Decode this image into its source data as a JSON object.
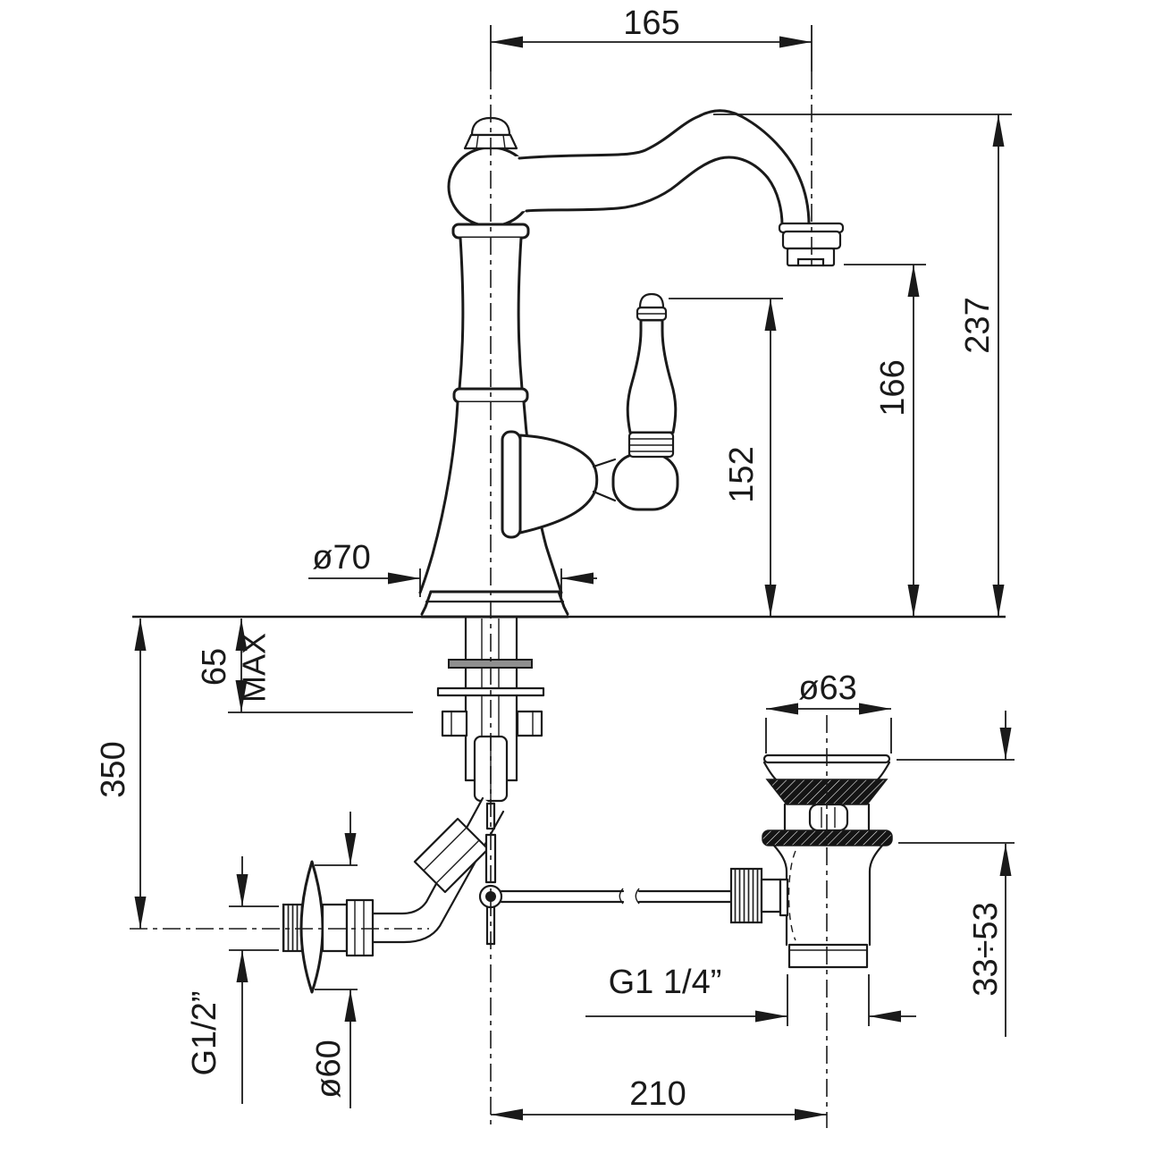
{
  "drawing": {
    "background": "#ffffff",
    "line_color": "#1a1a1a",
    "dimensions": {
      "spout_reach": "165",
      "total_height": "237",
      "spout_outlet_height": "166",
      "handle_height": "152",
      "base_diameter": "ø70",
      "max_deck_thickness": "65",
      "max_deck_suffix": "MAX",
      "below_deck_height": "350",
      "supply_thread": "G1/2”",
      "wall_flange_diameter": "ø60",
      "waste_flange_diameter": "ø63",
      "waste_height_range": "33÷53",
      "waste_thread": "G1 1/4”",
      "drain_center_offset": "210"
    }
  }
}
